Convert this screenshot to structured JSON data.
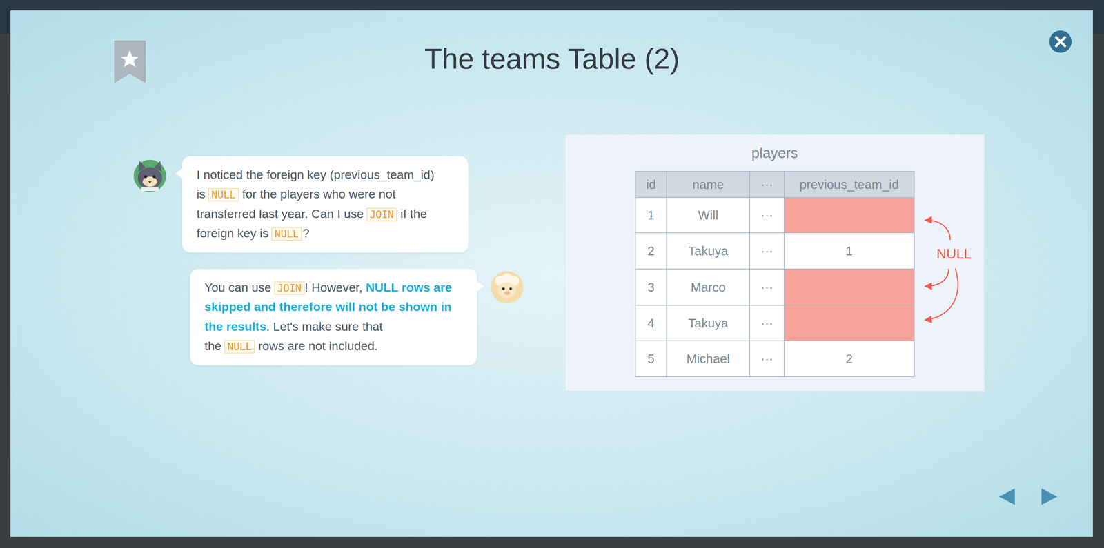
{
  "diagram": {
    "title": "The teams Table (2)",
    "nodes": [
      {
        "text": [
          "I noticed the foreign key (previous_team_id) is",
          "NULL",
          "for the players who were not transferred last year. Can I use",
          "JOIN",
          "if the foreign key is",
          "NULL",
          "?"
        ]
      },
      {
        "text": [
          "You can use",
          "JOIN",
          "! However,",
          "NULL rows are skipped and therefore will not be shown in the results",
          ". Let's make sure that the",
          "NULL",
          "rows are not included."
        ]
      },
      {
        "text": [
          "players"
        ]
      }
    ],
    "edges": [],
    "labels": [
      "id",
      "name",
      "···",
      "previous_team_id",
      "1",
      "Will",
      "···",
      "2",
      "Takuya",
      "···",
      "1",
      "3",
      "Marco",
      "···",
      "4",
      "Takuya",
      "···",
      "5",
      "Michael",
      "···",
      "2",
      "NULL"
    ]
  }
}
